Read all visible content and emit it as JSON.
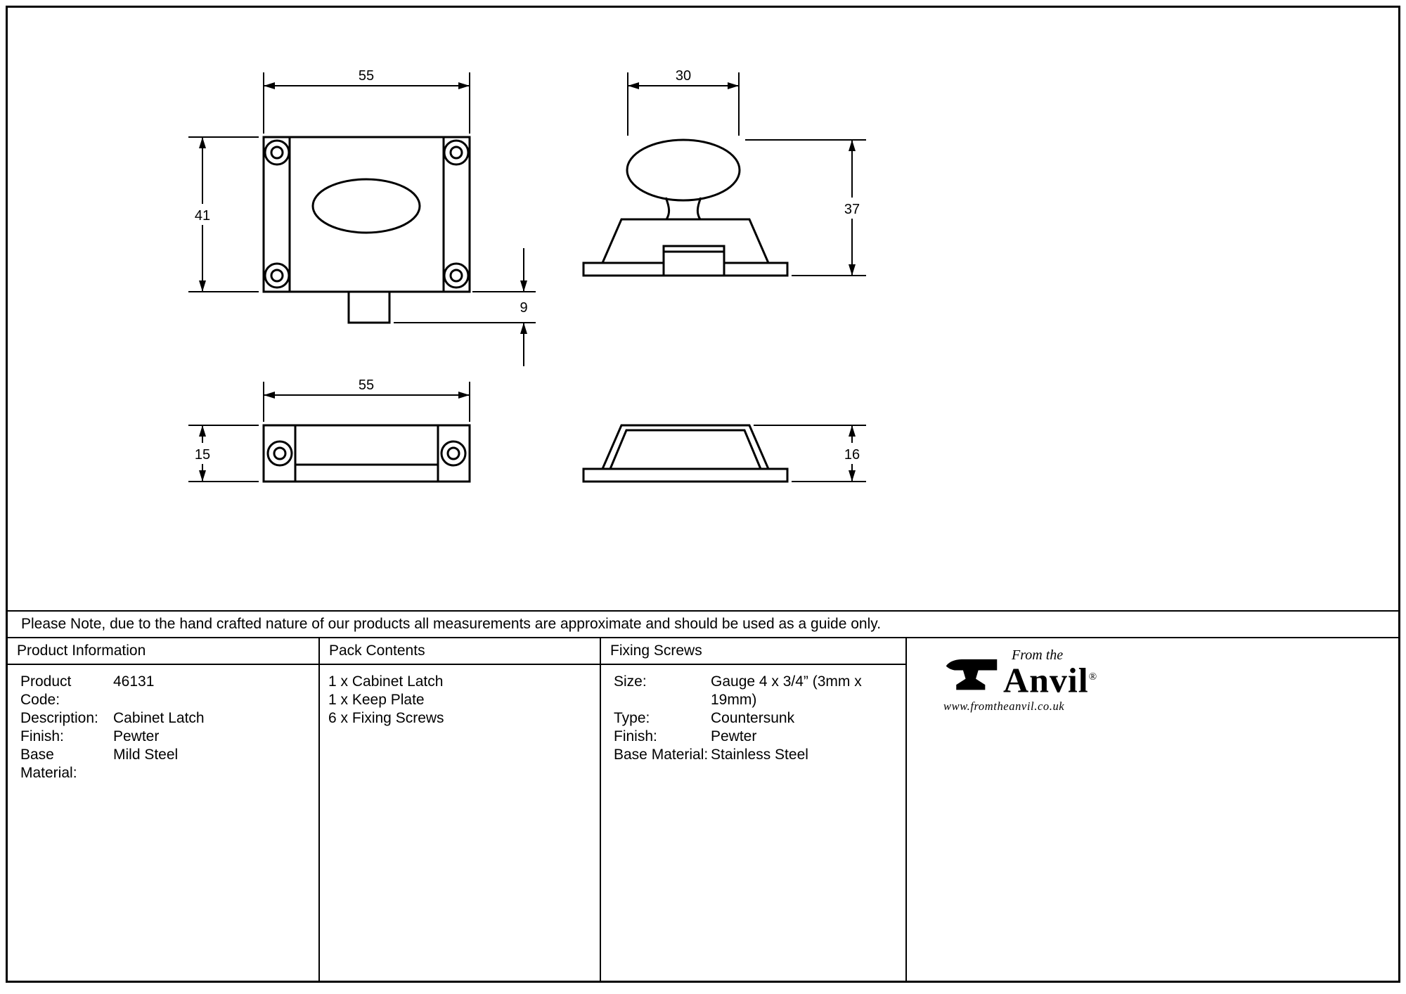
{
  "note": "Please Note, due to the hand crafted nature of our products all measurements are approximate and should be used as a guide only.",
  "drawings": {
    "latch_front": {
      "width": "55",
      "height": "41",
      "bolt_depth": "9"
    },
    "latch_side": {
      "knob_diameter": "30",
      "height": "37"
    },
    "keep_front": {
      "width": "55",
      "height": "15"
    },
    "keep_side": {
      "height": "16"
    }
  },
  "table": {
    "product_information": {
      "header": "Product Information",
      "rows": [
        {
          "label": "Product Code:",
          "value": "46131"
        },
        {
          "label": "Description:",
          "value": "Cabinet Latch"
        },
        {
          "label": "Finish:",
          "value": "Pewter"
        },
        {
          "label": "Base Material:",
          "value": "Mild Steel"
        }
      ]
    },
    "pack_contents": {
      "header": "Pack Contents",
      "items": [
        "1 x Cabinet Latch",
        "1 x Keep Plate",
        "6 x Fixing Screws"
      ]
    },
    "fixing_screws": {
      "header": "Fixing Screws",
      "rows": [
        {
          "label": "Size:",
          "value": "Gauge 4 x 3/4” (3mm x 19mm)"
        },
        {
          "label": "Type:",
          "value": "Countersunk"
        },
        {
          "label": "Finish:",
          "value": "Pewter"
        },
        {
          "label": "Base Material:",
          "value": "Stainless Steel"
        }
      ]
    },
    "logo": {
      "tagline": "From the",
      "brand": "Anvil",
      "registered": "®",
      "url": "www.fromtheanvil.co.uk"
    }
  }
}
